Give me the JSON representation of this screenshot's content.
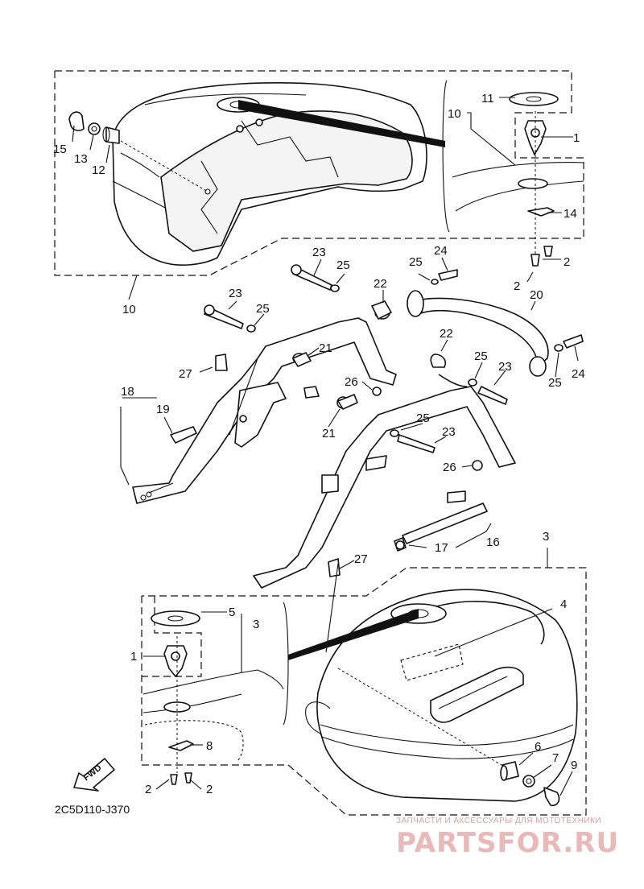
{
  "callouts": {
    "c1_top": "1",
    "c2_a": "2",
    "c2_b": "2",
    "c10_top": "10",
    "c11": "11",
    "c14": "14",
    "c15": "15",
    "c13": "13",
    "c12": "12",
    "c10_bottom": "10",
    "c23_a": "23",
    "c25_a": "25",
    "c24_a": "24",
    "c25_b": "25",
    "c22_a": "22",
    "c20": "20",
    "c23_b": "23",
    "c25_c": "25",
    "c21_a": "21",
    "c27_a": "27",
    "c22_b": "22",
    "c25_d": "25",
    "c23_c": "23",
    "c24_b": "24",
    "c25_e": "25",
    "c26_a": "26",
    "c18": "18",
    "c19": "19",
    "c21_b": "21",
    "c25_f": "25",
    "c23_d": "23",
    "c26_b": "26",
    "c17": "17",
    "c16": "16",
    "c27_b": "27",
    "c3_top": "3",
    "c4": "4",
    "c5": "5",
    "c3_inset": "3",
    "c1_bottom": "1",
    "c8": "8",
    "c2_c": "2",
    "c2_d": "2",
    "c6": "6",
    "c7": "7",
    "c9": "9"
  },
  "fwd_label": "FWD",
  "diagram_code": "2C5D110-J370",
  "watermark": {
    "subtitle": "ЗАПЧАСТИ И АКСЕССУАРЫ ДЛЯ МОТОТЕХНИКИ",
    "brand": "PARTSFOR.RU"
  }
}
